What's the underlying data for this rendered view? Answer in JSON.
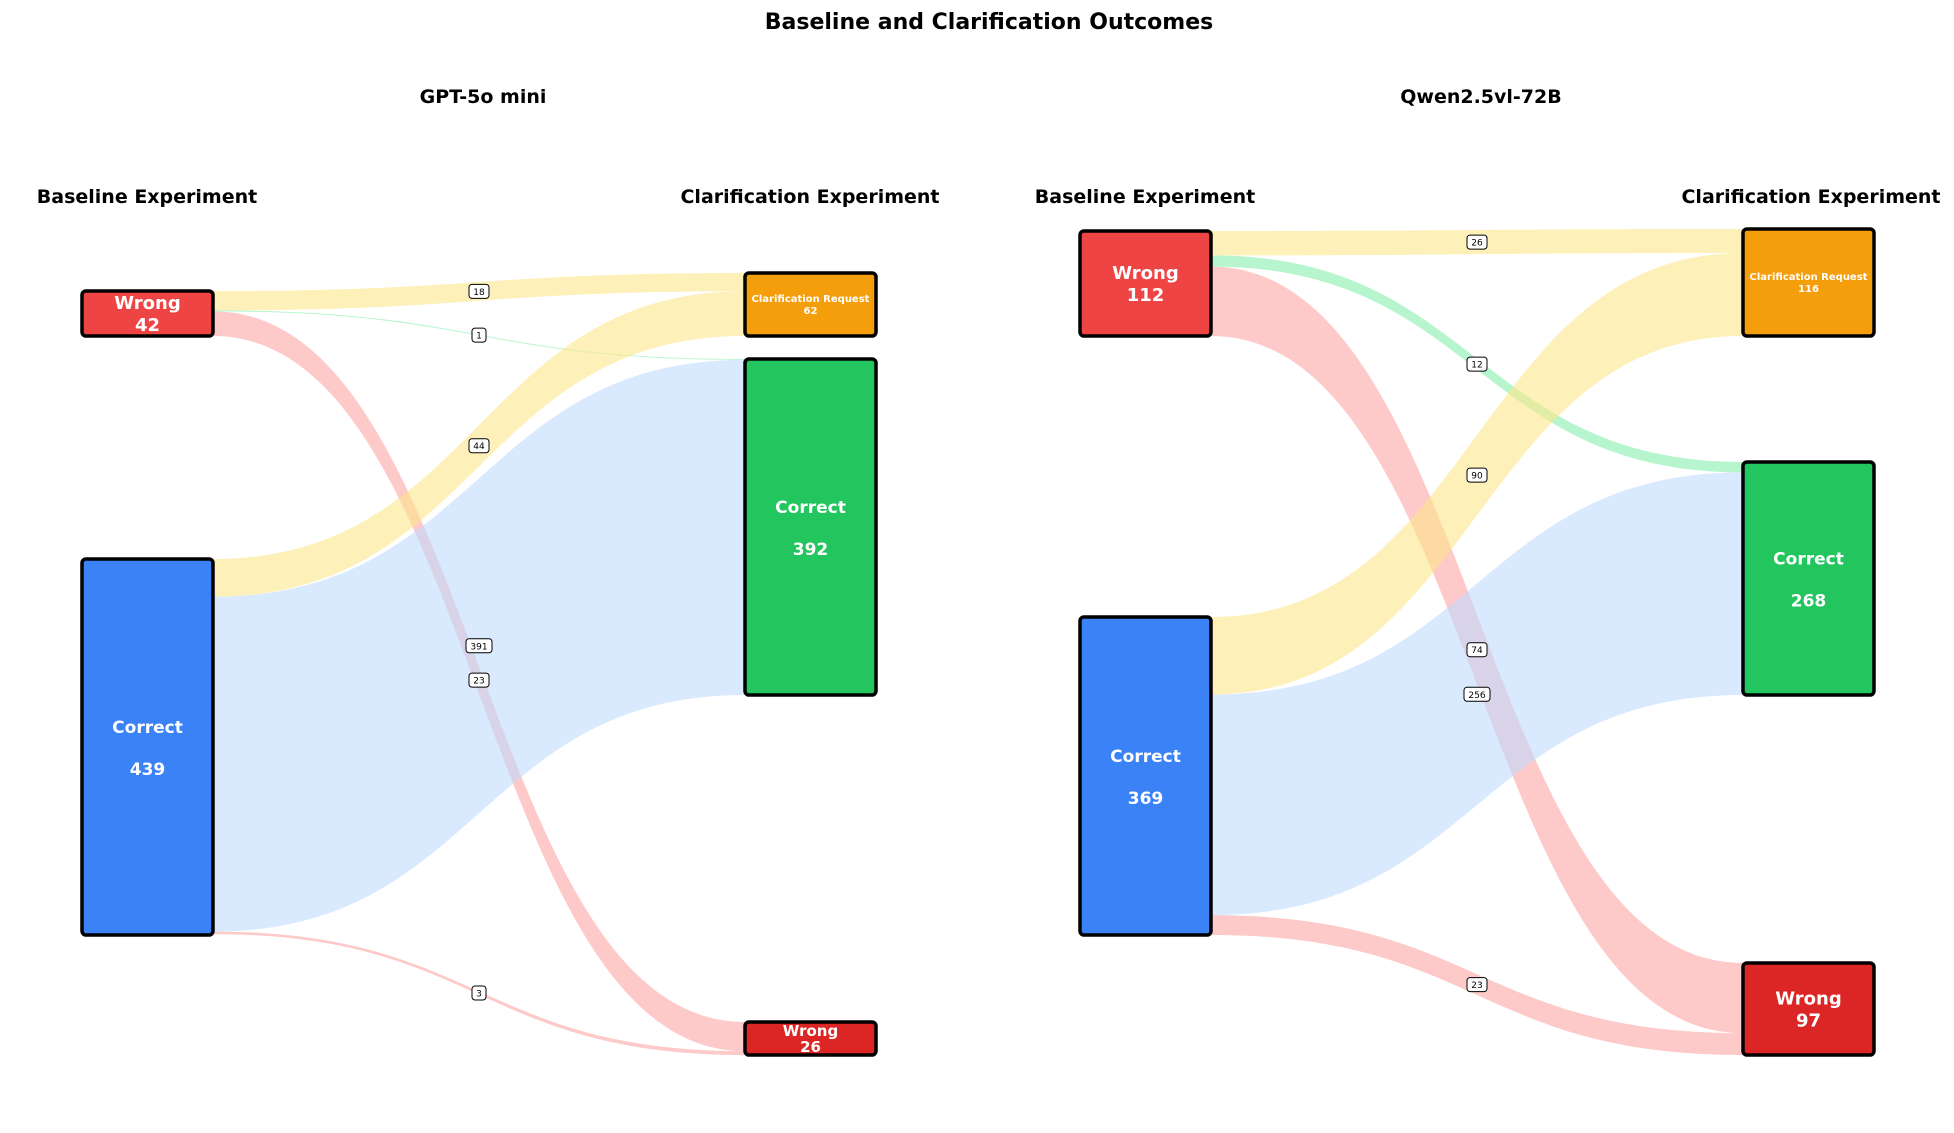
{
  "figure": {
    "title": "Baseline and Clarification Outcomes"
  },
  "colors": {
    "baseline_wrong": "#ef4444",
    "baseline_correct": "#3b82f6",
    "clar_request": "#f59e0b",
    "clar_correct": "#22c55e",
    "clar_wrong": "#dc2626",
    "flow_to_clar": "#fde68a",
    "flow_to_correct_from_correct": "#bfdbfe",
    "flow_to_correct_from_wrong": "#86efac",
    "flow_to_wrong": "#fca5a5",
    "node_border": "#000000"
  },
  "chart_data": [
    {
      "type": "sankey",
      "title": "GPT-5o mini",
      "left_label": "Baseline Experiment",
      "right_label": "Clarification Experiment",
      "left_nodes": [
        {
          "id": "wrong",
          "label": "Wrong",
          "value": 42
        },
        {
          "id": "correct",
          "label": "Correct",
          "value": 439
        }
      ],
      "right_nodes": [
        {
          "id": "clar",
          "label": "Clarification Request",
          "value": 62
        },
        {
          "id": "correct",
          "label": "Correct",
          "value": 392
        },
        {
          "id": "wrong",
          "label": "Wrong",
          "value": 26
        }
      ],
      "flows": [
        {
          "source": "wrong",
          "target": "clar",
          "value": 18
        },
        {
          "source": "wrong",
          "target": "correct",
          "value": 1
        },
        {
          "source": "wrong",
          "target": "wrong",
          "value": 23
        },
        {
          "source": "correct",
          "target": "clar",
          "value": 44
        },
        {
          "source": "correct",
          "target": "correct",
          "value": 391
        },
        {
          "source": "correct",
          "target": "wrong",
          "value": 3
        }
      ]
    },
    {
      "type": "sankey",
      "title": "Qwen2.5vl-72B",
      "left_label": "Baseline Experiment",
      "right_label": "Clarification Experiment",
      "left_nodes": [
        {
          "id": "wrong",
          "label": "Wrong",
          "value": 112
        },
        {
          "id": "correct",
          "label": "Correct",
          "value": 369
        }
      ],
      "right_nodes": [
        {
          "id": "clar",
          "label": "Clarification Request",
          "value": 116
        },
        {
          "id": "correct",
          "label": "Correct",
          "value": 268
        },
        {
          "id": "wrong",
          "label": "Wrong",
          "value": 97
        }
      ],
      "flows": [
        {
          "source": "wrong",
          "target": "clar",
          "value": 26
        },
        {
          "source": "wrong",
          "target": "correct",
          "value": 12
        },
        {
          "source": "wrong",
          "target": "wrong",
          "value": 74
        },
        {
          "source": "correct",
          "target": "clar",
          "value": 90
        },
        {
          "source": "correct",
          "target": "correct",
          "value": 256
        },
        {
          "source": "correct",
          "target": "wrong",
          "value": 23
        }
      ]
    }
  ]
}
